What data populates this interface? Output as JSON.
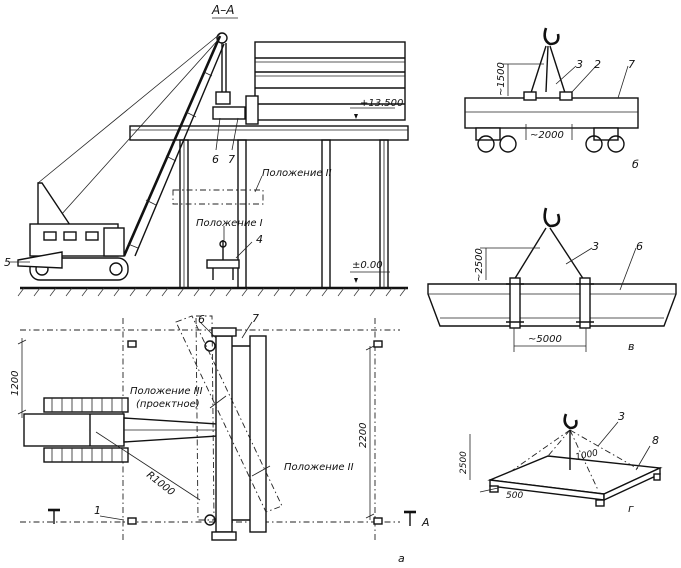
{
  "section_label": "А–А",
  "elev_top": "+13.500",
  "elev_zero": "±0.00",
  "callouts": {
    "c5": "5",
    "c6a": "6",
    "c7a": "7",
    "c4": "4",
    "c6b": "6",
    "c7b": "7",
    "c1a": "1",
    "c3b": "3",
    "c2b": "2",
    "c7c": "7",
    "c3c": "3",
    "c6c": "6",
    "c3d": "3",
    "c8d": "8"
  },
  "positions": {
    "pos1": "Положение I",
    "pos2_elev": "Положение II",
    "pos3": "Положение III",
    "pos3_note": "(проектное)",
    "pos2_plan": "Положение II"
  },
  "dims": {
    "d1200": "1200",
    "d2200": "2200",
    "r1000": "R1000",
    "d1500": "~1500",
    "d2000": "~2000",
    "d2500": "~2500",
    "d5000": "~5000",
    "d1000": "1000",
    "d500": "500",
    "d2500g": "2500"
  },
  "section_marks": {
    "a_right": "А"
  },
  "sublabels": {
    "a": "а",
    "b": "б",
    "v": "в",
    "g": "г"
  }
}
